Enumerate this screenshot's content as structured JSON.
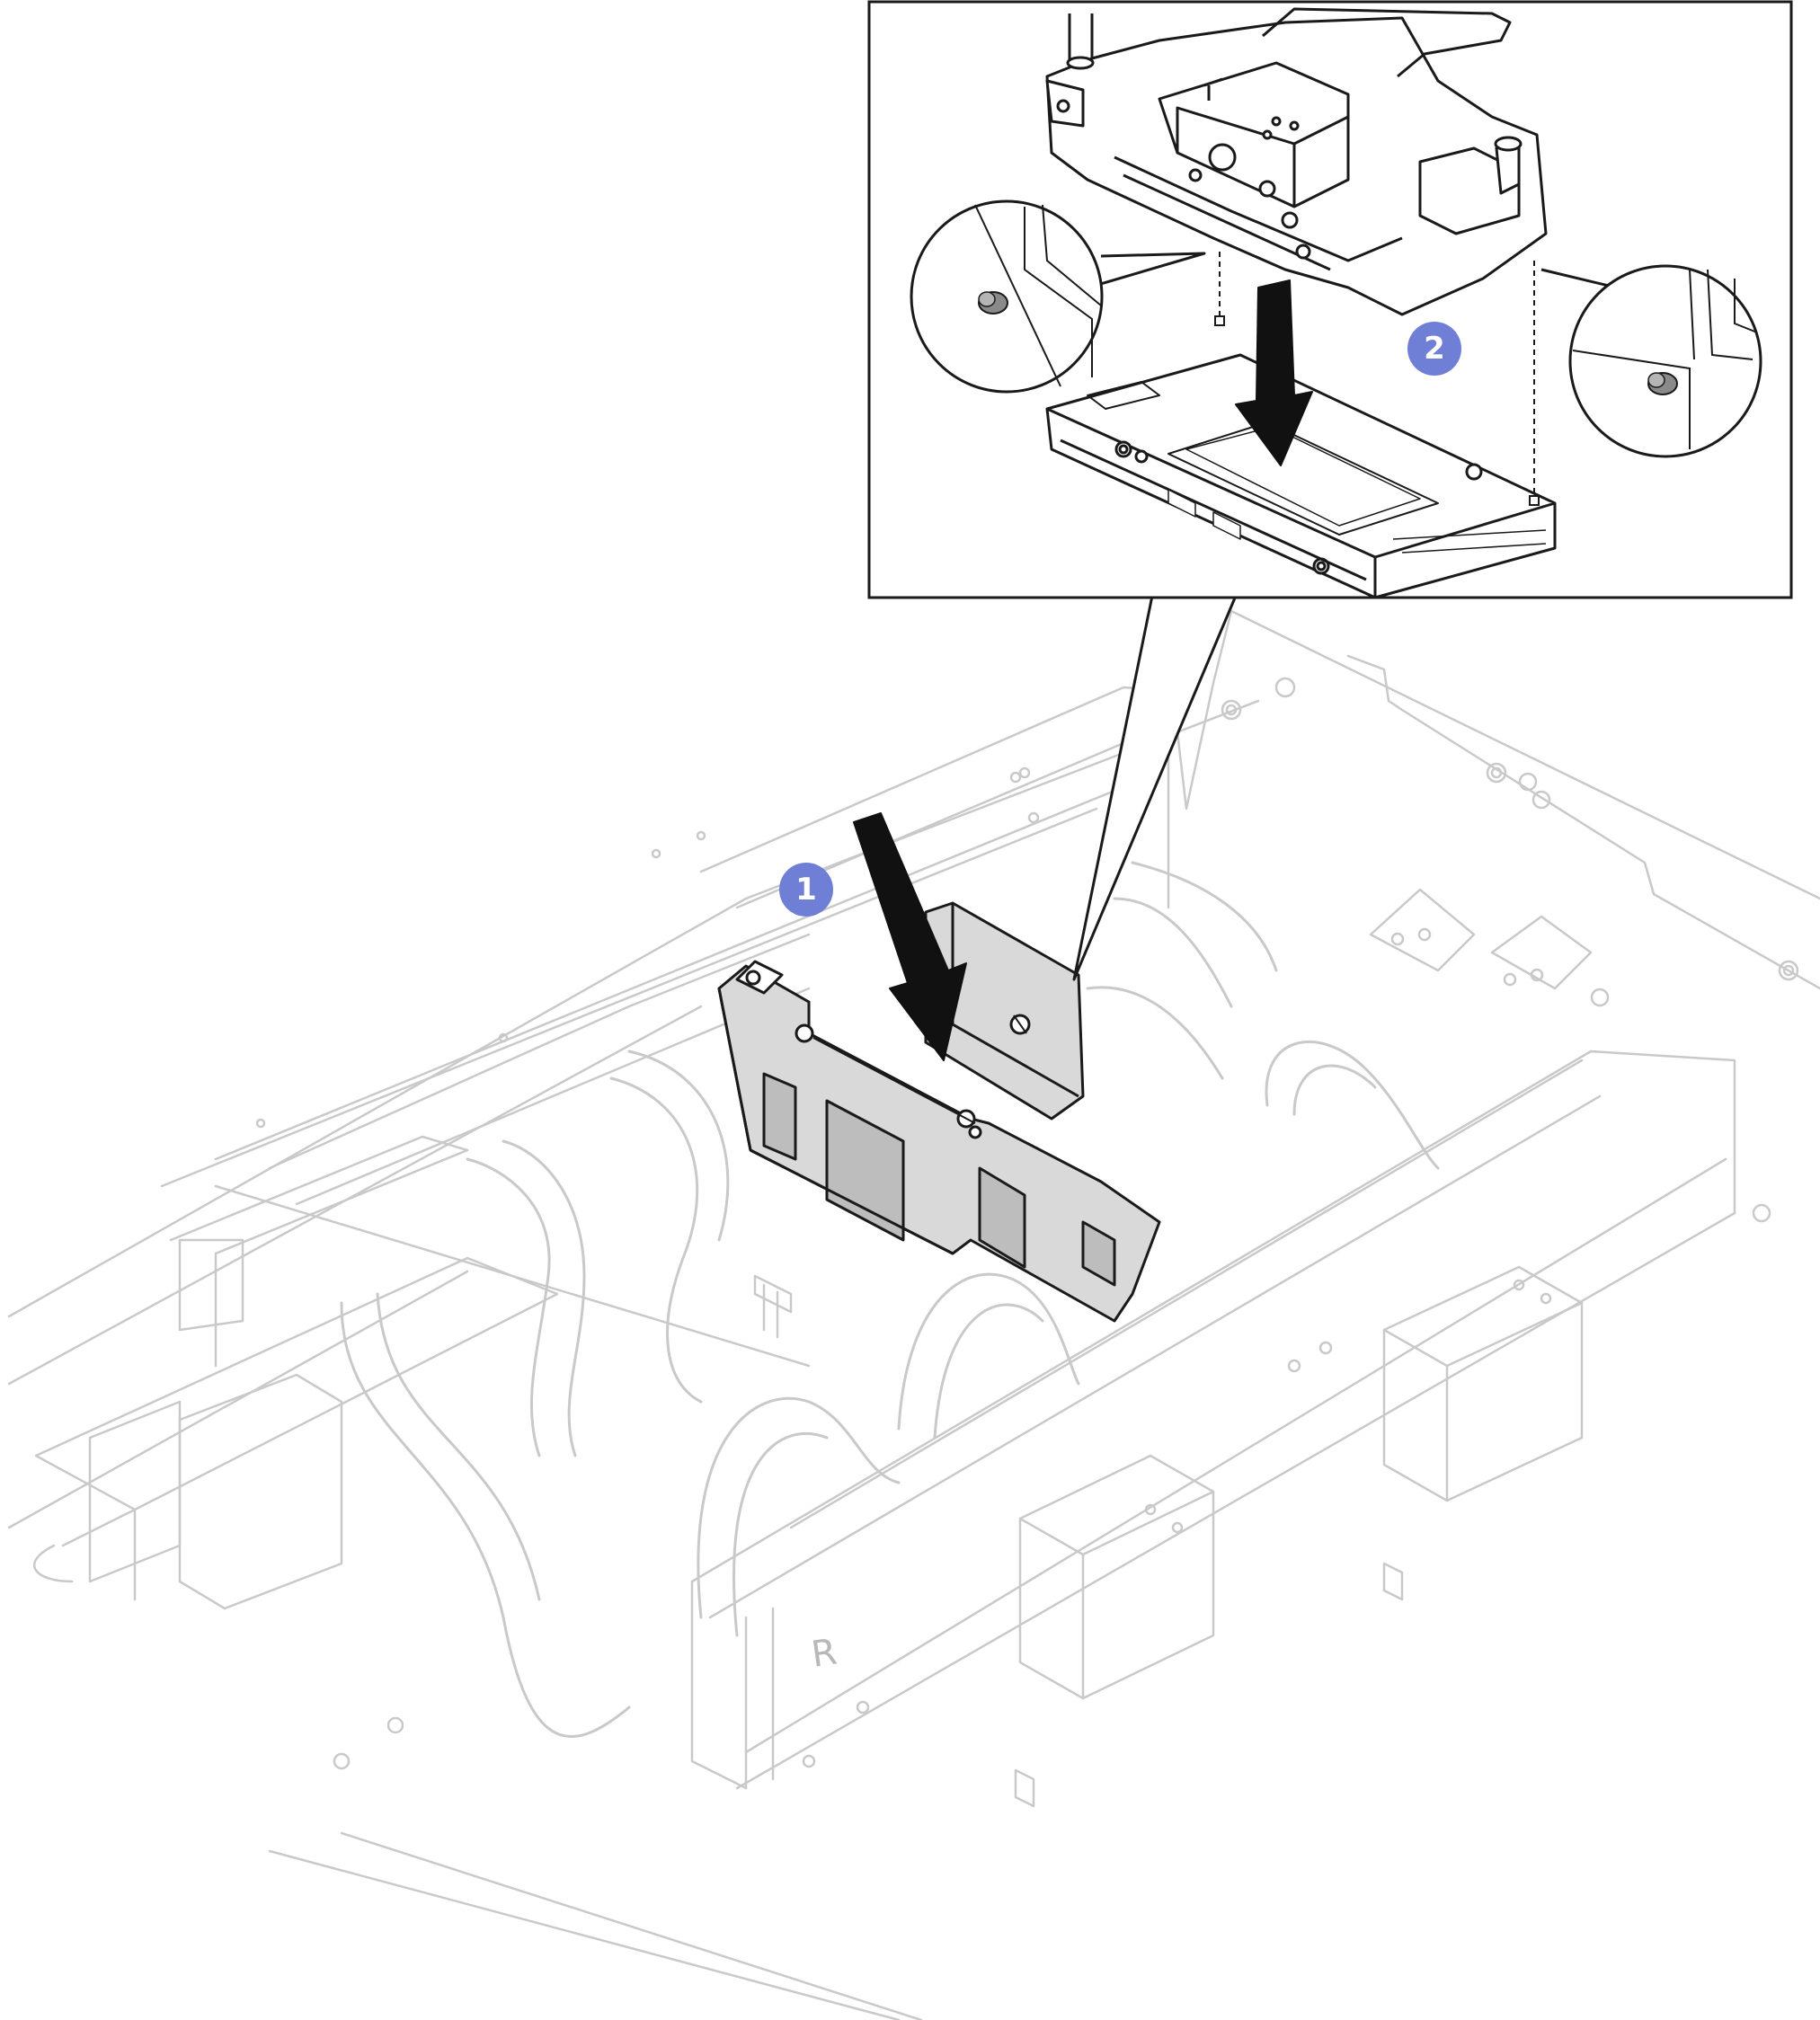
{
  "figure": {
    "steps": [
      {
        "number": "1",
        "color": "#6f7fd6"
      },
      {
        "number": "2",
        "color": "#6f7fd6"
      }
    ],
    "side_letter": "R",
    "colors": {
      "line_dark": "#1a1a1a",
      "line_light": "#c9c9c9",
      "part_fill": "#d9d9d9",
      "callout": "#6f7fd6"
    }
  }
}
